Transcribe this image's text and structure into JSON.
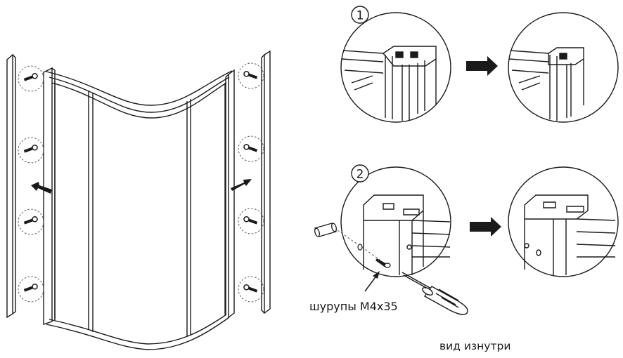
{
  "steps": [
    {
      "number": "1"
    },
    {
      "number": "2"
    }
  ],
  "labels": {
    "screws": "шурупы M4x35",
    "inside_view": "вид изнутри"
  },
  "colors": {
    "line": "#1a1a1a",
    "arrow": "#1a1a1a",
    "dashed": "#555555"
  }
}
